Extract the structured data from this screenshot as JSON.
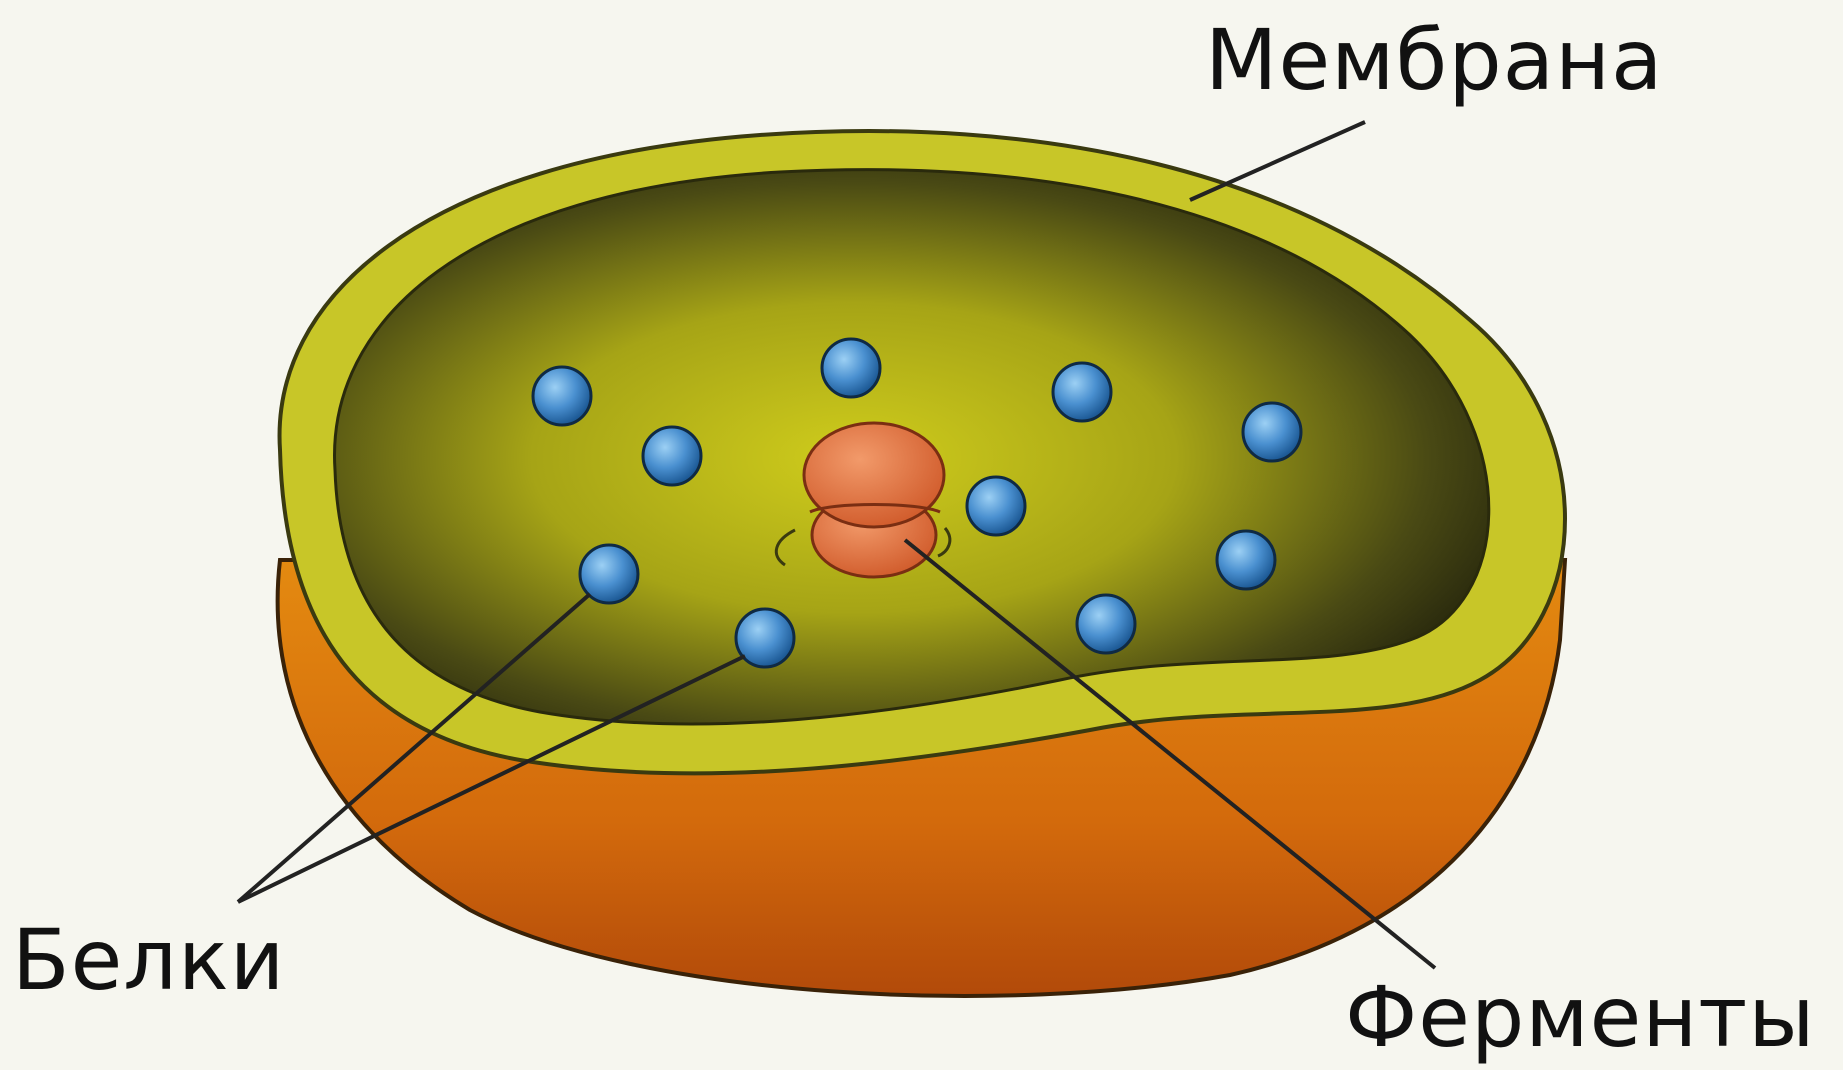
{
  "labels": {
    "membrane": "Мембрана",
    "proteins": "Белки",
    "enzymes": "Ферменты"
  },
  "colors": {
    "background": "#f6f6ef",
    "membrane": "#c8c828",
    "cell_body": "#d97a10",
    "cytoplasm_center": "#c8c41a",
    "cytoplasm_edge": "#2a2a10",
    "protein": "#4a90d0",
    "enzyme": "#e06a3a",
    "leader_line": "#222222"
  }
}
